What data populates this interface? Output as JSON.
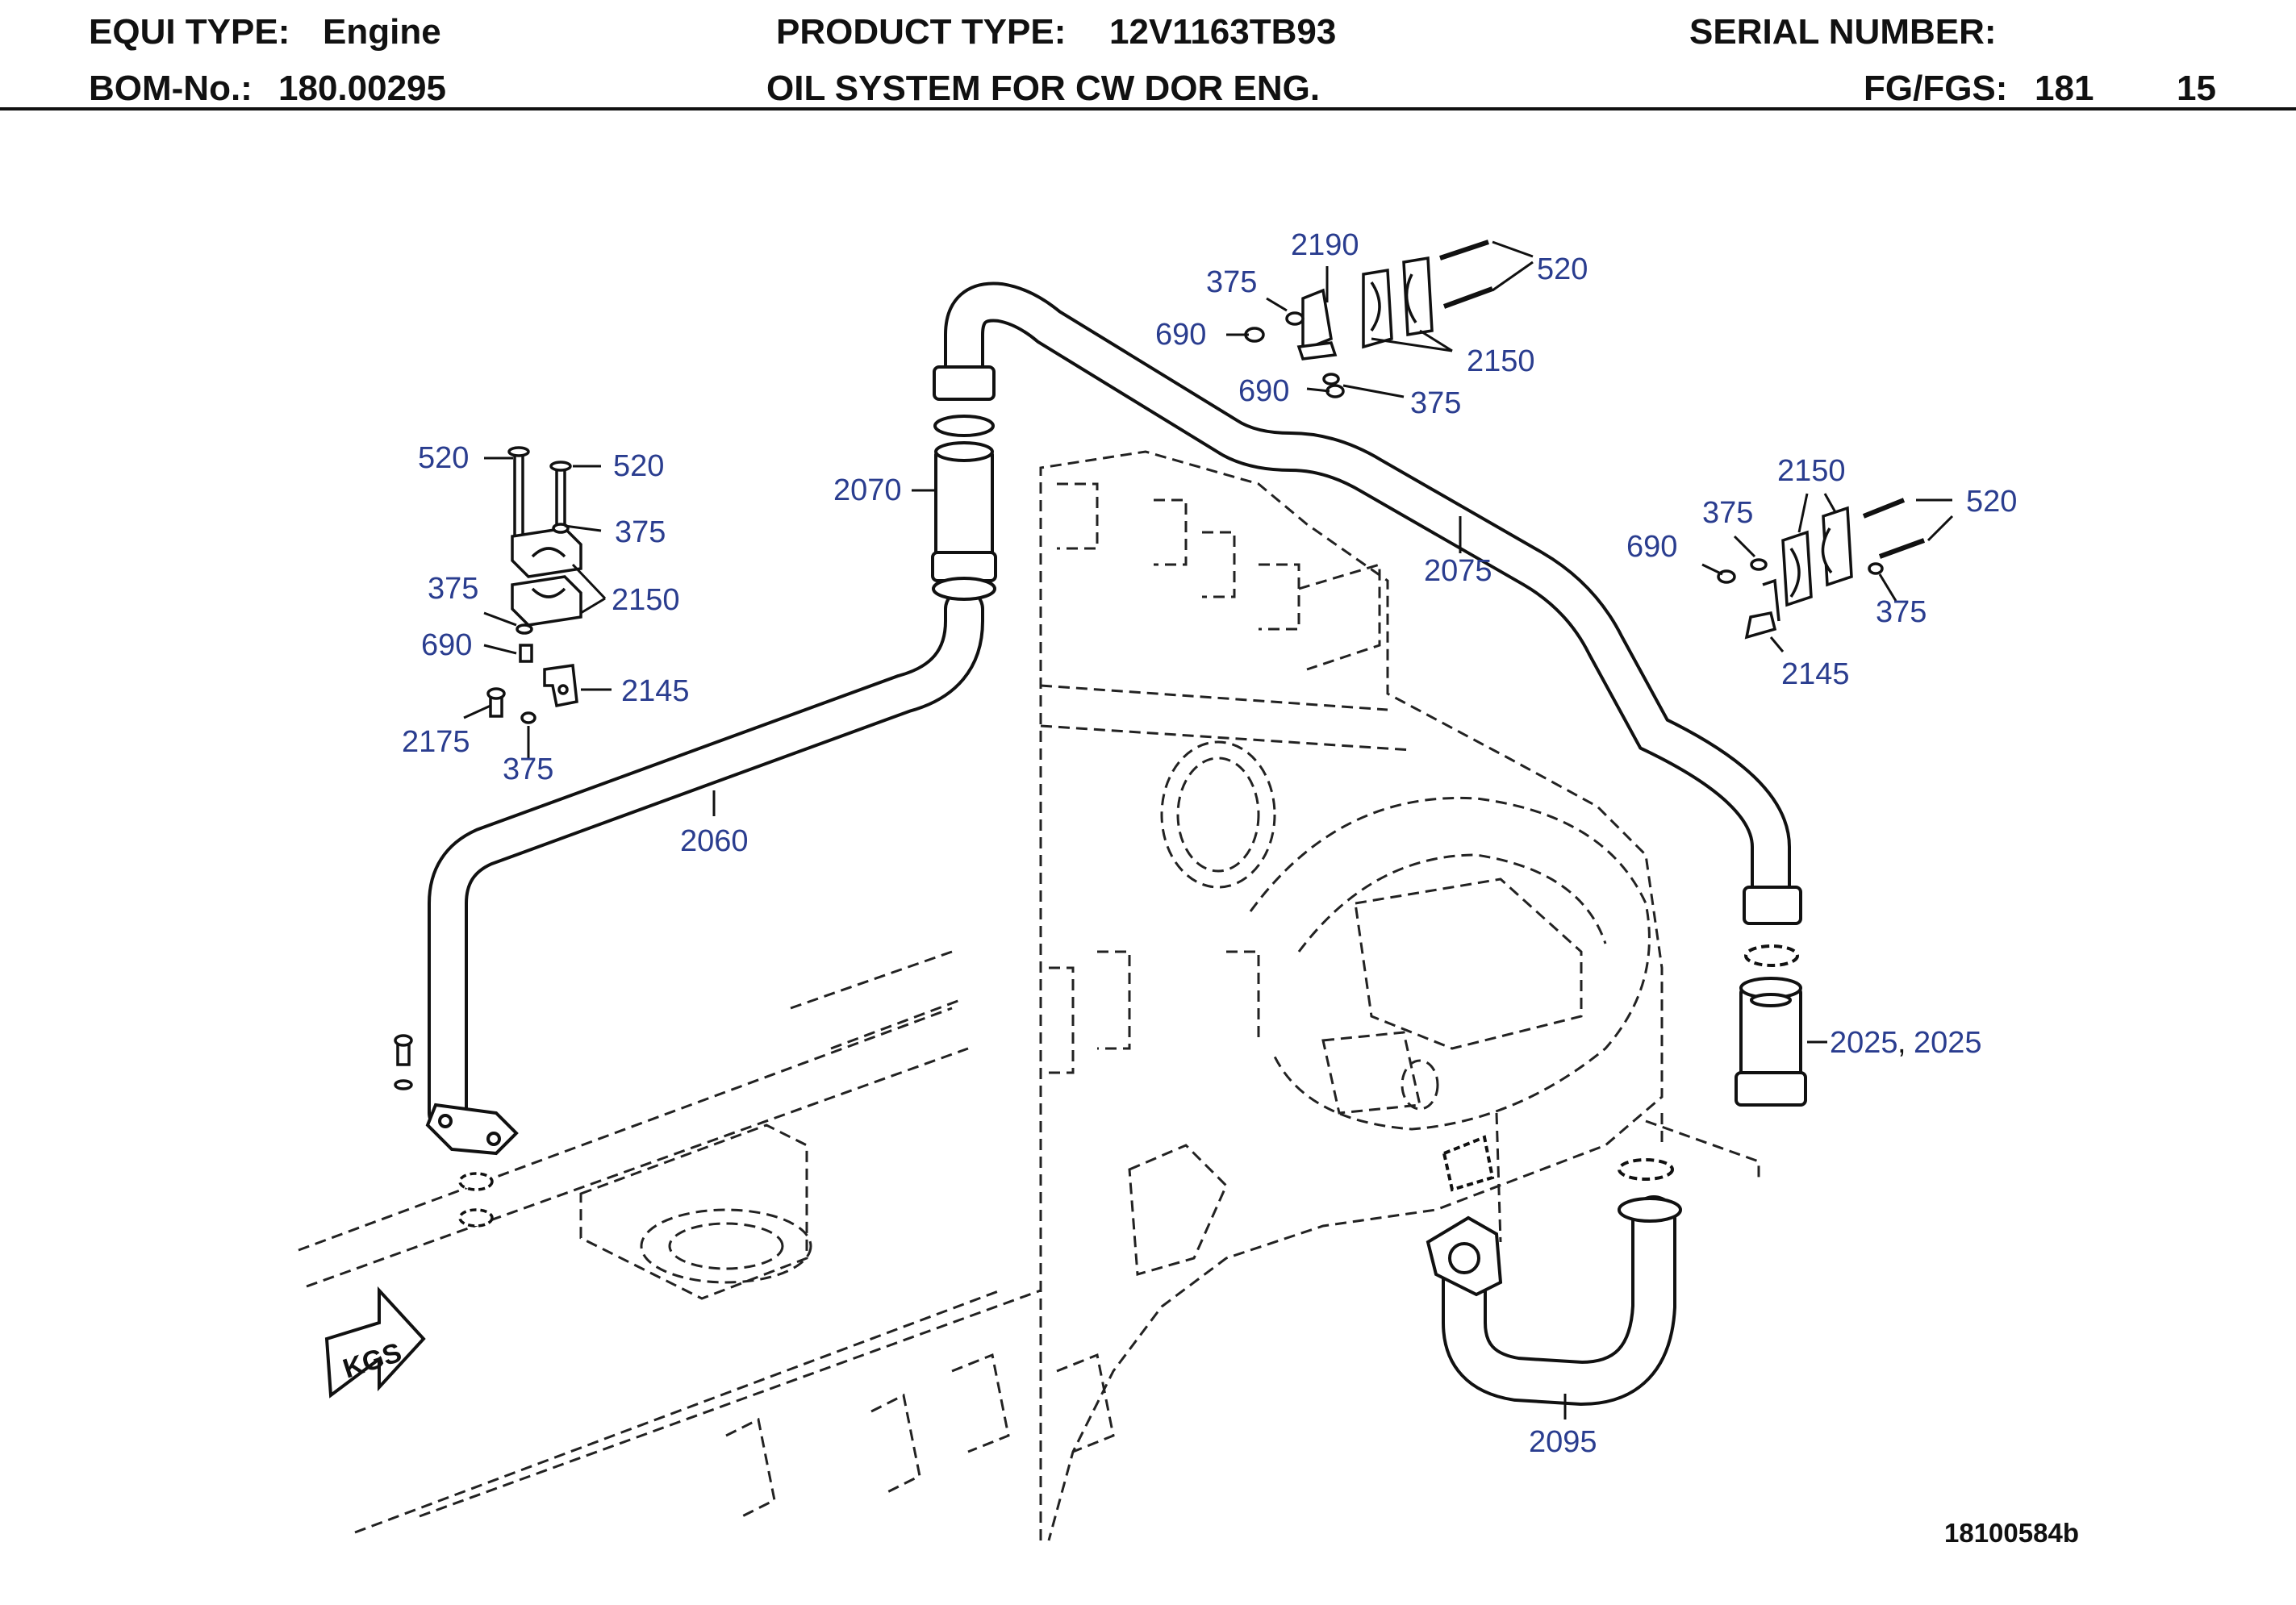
{
  "header": {
    "equi_type_label": "EQUI TYPE:",
    "equi_type_value": "Engine",
    "product_type_label": "PRODUCT TYPE:",
    "product_type_value": "12V1163TB93",
    "serial_number_label": "SERIAL NUMBER:",
    "serial_number_value": "",
    "bom_label": "BOM-No.:",
    "bom_value": "180.00295",
    "description": "OIL SYSTEM FOR CW DOR ENG.",
    "fg_fgs_label": "FG/FGS:",
    "fg_value": "181",
    "fgs_value": "15"
  },
  "diagram": {
    "direction_marker": "KGS",
    "figure_id": "18100584b",
    "callouts": {
      "c2190": "2190",
      "c375_tl": "375",
      "c520_tr": "520",
      "c690_t1": "690",
      "c2150_t": "2150",
      "c690_t2": "690",
      "c375_t2": "375",
      "c520_l1": "520",
      "c520_l2": "520",
      "c375_l1": "375",
      "c375_l2": "375",
      "c2150_l": "2150",
      "c690_l": "690",
      "c2145_l": "2145",
      "c2175": "2175",
      "c375_l3": "375",
      "c2070": "2070",
      "c2060": "2060",
      "c2075": "2075",
      "c2150_r": "2150",
      "c375_r1": "375",
      "c520_r": "520",
      "c690_r": "690",
      "c375_r2": "375",
      "c2145_r": "2145",
      "c2025_a": "2025",
      "c2025_sep": ",",
      "c2025_b": "2025",
      "c2095": "2095"
    }
  }
}
